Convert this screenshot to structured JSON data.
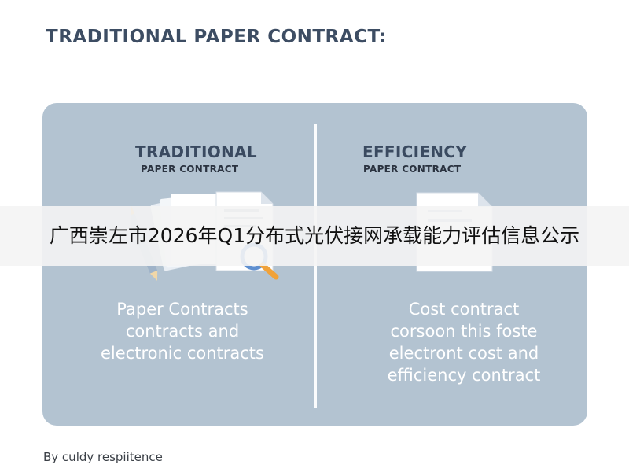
{
  "title": "TRADITIONAL PAPER CONTRACT:",
  "left": {
    "heading": "TRADITIONAL",
    "subheading": "PAPER CONTRACT",
    "icon": "paper-documents-magnifier-icon",
    "lines": [
      "Paper Contracts",
      "contracts and",
      "electronic contracts"
    ]
  },
  "right": {
    "heading": "EFFICIENCY",
    "subheading": "PAPER CONTRACT",
    "icon": "digital-document-icon",
    "lines": [
      "Cost contract",
      "corsoon this foste",
      "electront cost and",
      "efficiency contract"
    ]
  },
  "banner": {
    "text": "广西崇左市2026年Q1分布式光伏接网承载能力评估信息公示"
  },
  "footer": "By culdy respiitence",
  "colors": {
    "panel": "#b3c3d1",
    "heading": "#3a4a60",
    "accent_orange": "#f0a23a",
    "accent_blue": "#5e8fd0"
  }
}
